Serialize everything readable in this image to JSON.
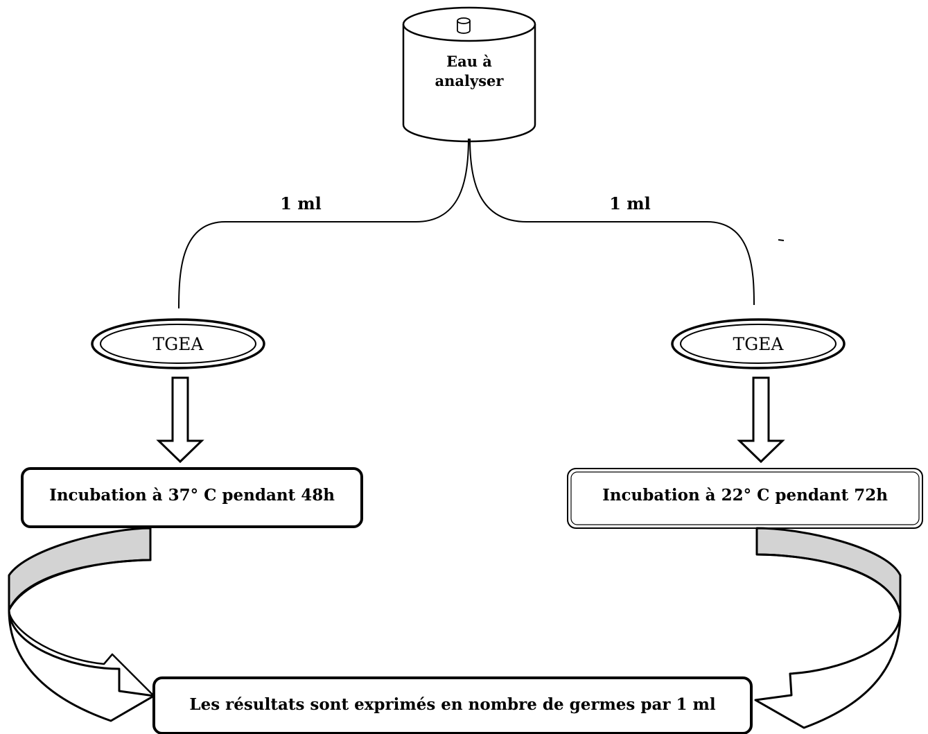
{
  "container": {
    "line1": "Eau à",
    "line2": "analyser"
  },
  "left_branch": {
    "volume": "1 ml",
    "medium": "TGEA",
    "incubation": "Incubation à 37° C pendant 48h"
  },
  "right_branch": {
    "volume": "1 ml",
    "medium": "TGEA",
    "incubation": "Incubation à 22° C pendant 72h"
  },
  "result": "Les résultats sont exprimés en nombre de germes par 1 ml",
  "colors": {
    "stroke": "#000000",
    "band_fill": "#d3d3d3",
    "background": "#ffffff"
  }
}
